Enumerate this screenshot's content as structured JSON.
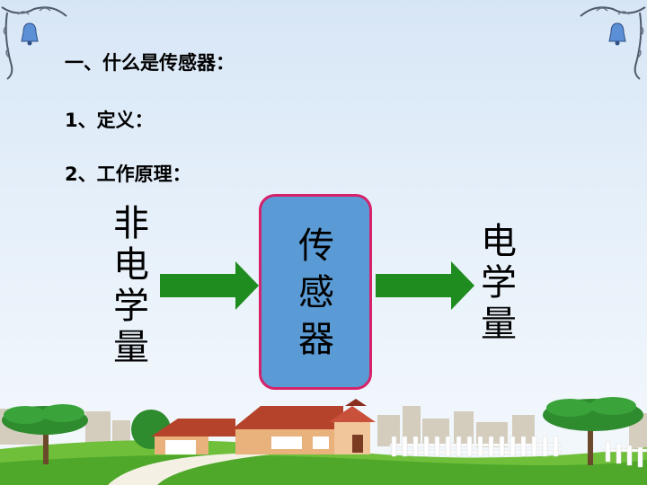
{
  "headings": {
    "title": "一、什么是传感器：",
    "item1": "1、定义：",
    "item2": "2、工作原理："
  },
  "diagram": {
    "input_chars": [
      "非",
      "电",
      "学",
      "量"
    ],
    "box_chars": [
      "传",
      "感",
      "器"
    ],
    "output_chars": [
      "电",
      "学",
      "量"
    ]
  },
  "colors": {
    "arrow": "#1f8c1f",
    "box_fill": "#5b9bd5",
    "box_border": "#d6226b",
    "sky_top": "#d7e6f6"
  },
  "icons": {
    "corner_left": "bell-ornament-icon",
    "corner_right": "bell-ornament-icon"
  }
}
